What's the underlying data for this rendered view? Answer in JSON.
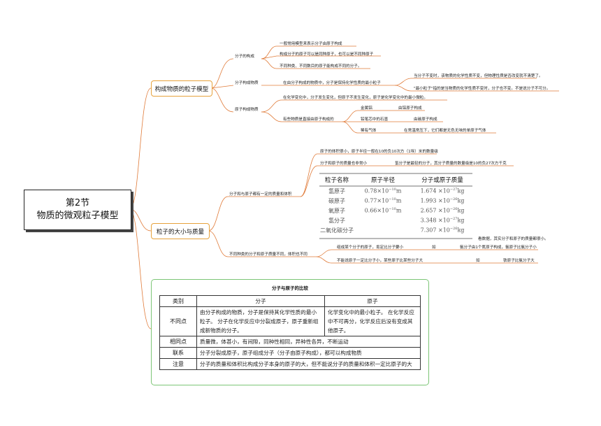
{
  "root": {
    "line1": "第2节",
    "line2": "物质的微观粒子模型"
  },
  "branch1": {
    "title": "构成物质的粒子模型",
    "fenzi_gou": "分子的构成",
    "fenzi_items": [
      "一般常用模型来表示分子由原子构成",
      "构成分子的原子可以是同种原子，也可以是不同种原子",
      "不同种类、不同数目的原子能构成不同的分子。"
    ],
    "fenzi_moxing": "分子构成物质",
    "fm_text": "在由分子构成的物质中，分子是保持化学性质的最小粒子",
    "fm_items": [
      "当分子不变时，该物质的化学性质不变，但物理性质是否改变就不清楚了。",
      "\"最小粒子\"指的是当物质的化学性质不变时，分子也不变。不是说分子不可分。"
    ],
    "yuanzi": "原子构成物质",
    "yz_text1": "在化学变化中，分子发生变化，但原子不发生变化，原子是化学变化中的最小微粒。",
    "yz_text2": "有些物质是直接由原子构成的",
    "yz_items": [
      {
        "a": "金属铝",
        "b": "由铝原子构成"
      },
      {
        "a": "铅笔芯中的石墨",
        "b": "由碳原子构成"
      },
      {
        "a": "稀有气体",
        "b": "在常温常压下，它们都是无色无味的单原子气体"
      }
    ]
  },
  "branch2": {
    "title": "粒子的大小与质量",
    "sub1": "分子和与原子都有一定的质量和体积",
    "s1_text1": "原子的体积很小，原子半径一般在10的负10次方（1埃）米的数量级",
    "s1_text2": "分子和原子的质量也非常小",
    "s1_text3": "氢分子是最轻的分子，其分子质量的数量级是10的负27次方千克",
    "table": {
      "headers": [
        "粒子名称",
        "原子半径",
        "分子或原子质量"
      ],
      "rows": [
        {
          "name": "氢原子",
          "r_base": "0.78×10",
          "r_exp": "−10",
          "r_unit": "m",
          "m_base": "1.674 ×10",
          "m_exp": "−27",
          "m_unit": "kg"
        },
        {
          "name": "碳原子",
          "r_base": "0.77×10",
          "r_exp": "−10",
          "r_unit": "m",
          "m_base": "1.993 ×10",
          "m_exp": "−26",
          "m_unit": "kg"
        },
        {
          "name": "氧原子",
          "r_base": "0.66×10",
          "r_exp": "−10",
          "r_unit": "m",
          "m_base": "2.657 ×10",
          "m_exp": "−26",
          "m_unit": "kg"
        },
        {
          "name": "氢分子",
          "r_base": "",
          "r_exp": "",
          "r_unit": "",
          "m_base": "3.348 ×10",
          "m_exp": "−27",
          "m_unit": "kg"
        },
        {
          "name": "二氧化碳分子",
          "r_base": "",
          "r_exp": "",
          "r_unit": "",
          "m_base": "7.307 ×10",
          "m_exp": "−26",
          "m_unit": "kg"
        }
      ]
    },
    "table_note": "看数据，其实分子和原子的质量都很小。",
    "sub2": "不同种类的分子和原子质量不同，体积也不同",
    "s2_a1": "组成某个分子的原子，肯定比分子要小",
    "s2_a2": "如",
    "s2_a3": "氨分子由1个氮原子构成，氨原子比氨分子小",
    "s2_b1": "不能说原子一定比分子小，某些原子比某些分子大",
    "s2_b2": "如",
    "s2_b3": "铁原子比氨分子大"
  },
  "comparison": {
    "title": "分子与原子的比较",
    "col_headers": [
      "类别",
      "分子",
      "原子"
    ],
    "diff_label": "不同点",
    "diff_mol": "由分子构成的物质，分子是保持其化学性质的最小粒子。 分子在化学反应中分裂成原子，原子重新组成新物质的分子。",
    "diff_atom": "化学变化中的最小粒子。 在化学反应中不可再分，化学反应后没有变成其他原子。",
    "same_label": "相同点",
    "same_text": "质量微，体甚小，有间隙，同种性相同，异种性各异，不断运动",
    "link_label": "联系",
    "link_text": "分子分裂成原子，原子组成分子（分子由原子构成），都可以构成物质",
    "note_label": "注意",
    "note_text": "分子的质量和体积比构成分子本身的原子的大，但不能说分子的质量和体积一定比原子的大"
  },
  "colors": {
    "branch": "#e6a23c",
    "compare_border": "#7cc576",
    "lines": "#e07b39"
  }
}
